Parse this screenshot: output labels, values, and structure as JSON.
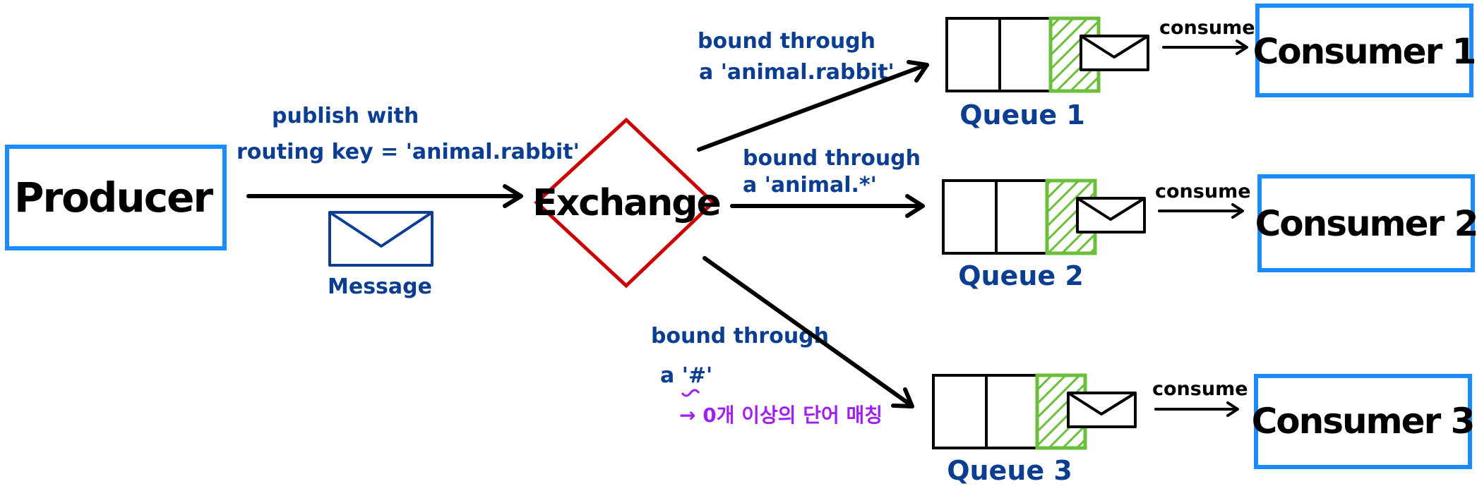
{
  "colors": {
    "producer_border": "#1a8cff",
    "consumer_border": "#1a8cff",
    "exchange_border": "#cc0000",
    "note_text": "#0b3d91",
    "wildcard_note": "#a020f0",
    "slot_fill": "#6abf3a",
    "arrow": "#000000"
  },
  "producer": {
    "label": "Producer"
  },
  "publish": {
    "line1": "publish with",
    "line2": "routing key = 'animal.rabbit'",
    "message_label": "Message"
  },
  "exchange": {
    "label": "Exchange"
  },
  "bindings": [
    {
      "line1": "bound through",
      "line2": "a 'animal.rabbit'"
    },
    {
      "line1": "bound through",
      "line2": "a 'animal.*'"
    },
    {
      "line1": "bound through",
      "line2": "a '#'",
      "note": "→ 0개 이상의 단어 매칭"
    }
  ],
  "queues": [
    {
      "label": "Queue 1"
    },
    {
      "label": "Queue 2"
    },
    {
      "label": "Queue 3"
    }
  ],
  "consume_label": "consume",
  "consumers": [
    {
      "label": "Consumer 1"
    },
    {
      "label": "Consumer 2"
    },
    {
      "label": "Consumer 3"
    }
  ]
}
